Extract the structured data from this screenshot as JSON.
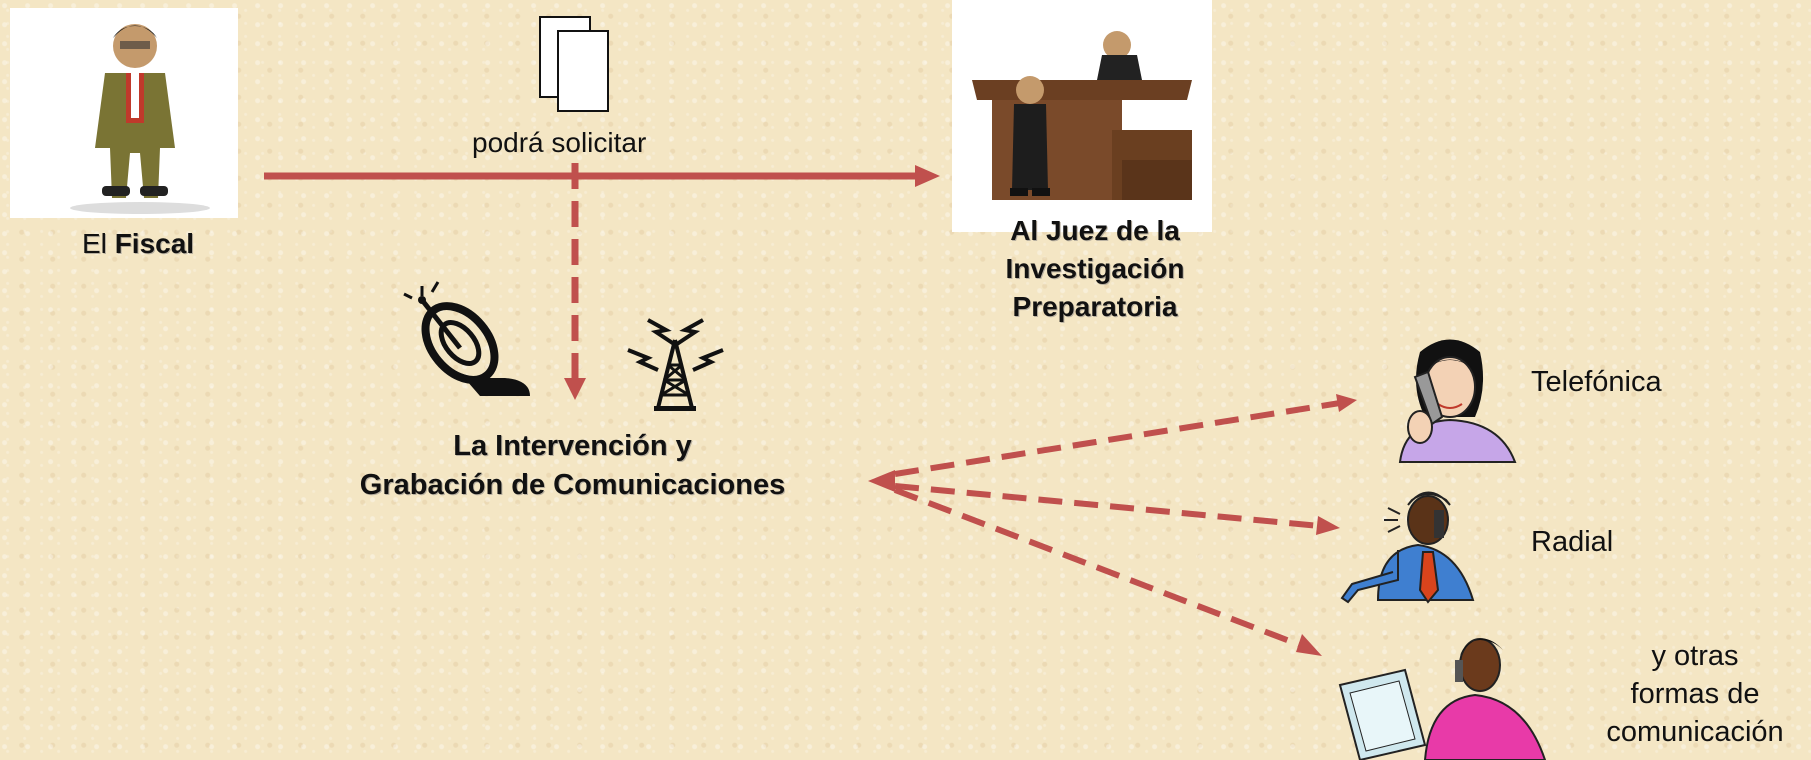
{
  "labels": {
    "fiscal_prefix": "El",
    "fiscal_bold": "Fiscal",
    "request": "podrá solicitar",
    "judge_line1": "Al Juez de la",
    "judge_line2": "Investigación",
    "judge_line3": "Preparatoria",
    "intervention_line1": "La Intervención y",
    "intervention_line2": "Grabación de Comunicaciones",
    "telefonica": "Telefónica",
    "radial": "Radial",
    "otras_line1": "y otras",
    "otras_line2": "formas de",
    "otras_line3": "comunicación"
  },
  "icons": {
    "fiscal": "prosecutor-figure-icon",
    "documents": "documents-icon",
    "judge": "judge-bench-icon",
    "satellite": "satellite-dish-icon",
    "antenna": "radio-tower-icon",
    "phone_woman": "woman-on-phone-icon",
    "radio_man": "worker-on-radio-icon",
    "computer_woman": "woman-at-computer-icon"
  },
  "colors": {
    "arrow": "#c0504d",
    "background": "#f4e6c4"
  }
}
